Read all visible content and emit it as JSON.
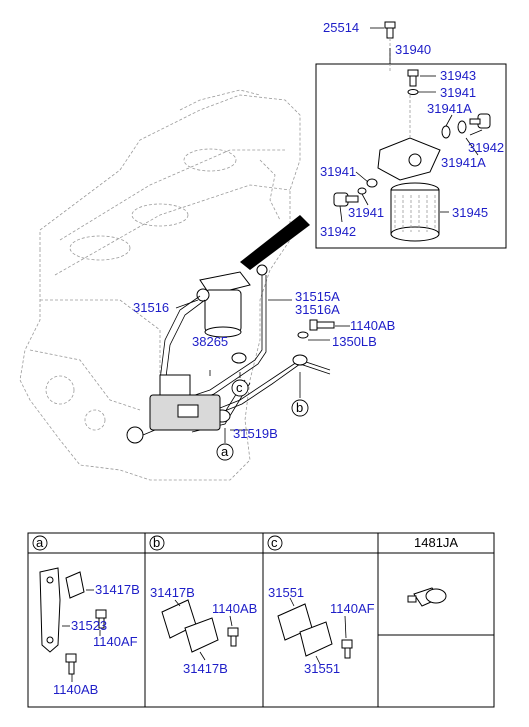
{
  "callouts": {
    "p25514": "25514",
    "p31940": "31940",
    "p31943": "31943",
    "p31941_a": "31941",
    "p31941A_a": "31941A",
    "p31942_a": "31942",
    "p31941A_b": "31941A",
    "p31941_b": "31941",
    "p31941_c": "31941",
    "p31945": "31945",
    "p31942_b": "31942",
    "p31516": "31516",
    "p31515A": "31515A",
    "p31516A": "31516A",
    "p1140AB": "1140AB",
    "p1350LB": "1350LB",
    "p38265": "38265",
    "p31519B": "31519B",
    "ref_a": "a",
    "ref_b": "b",
    "ref_c": "c"
  },
  "table": {
    "headers": [
      "a",
      "b",
      "c",
      "1481JA"
    ],
    "panel_a": [
      "31417B",
      "31523",
      "1140AF",
      "1140AB"
    ],
    "panel_b": [
      "31417B",
      "1140AB",
      "31417B"
    ],
    "panel_c": [
      "31551",
      "1140AF",
      "31551"
    ]
  },
  "colors": {
    "label": "#1e1ec8",
    "line": "#000000",
    "engine": "#9a9a9a",
    "shade": "#d9d9d9"
  }
}
